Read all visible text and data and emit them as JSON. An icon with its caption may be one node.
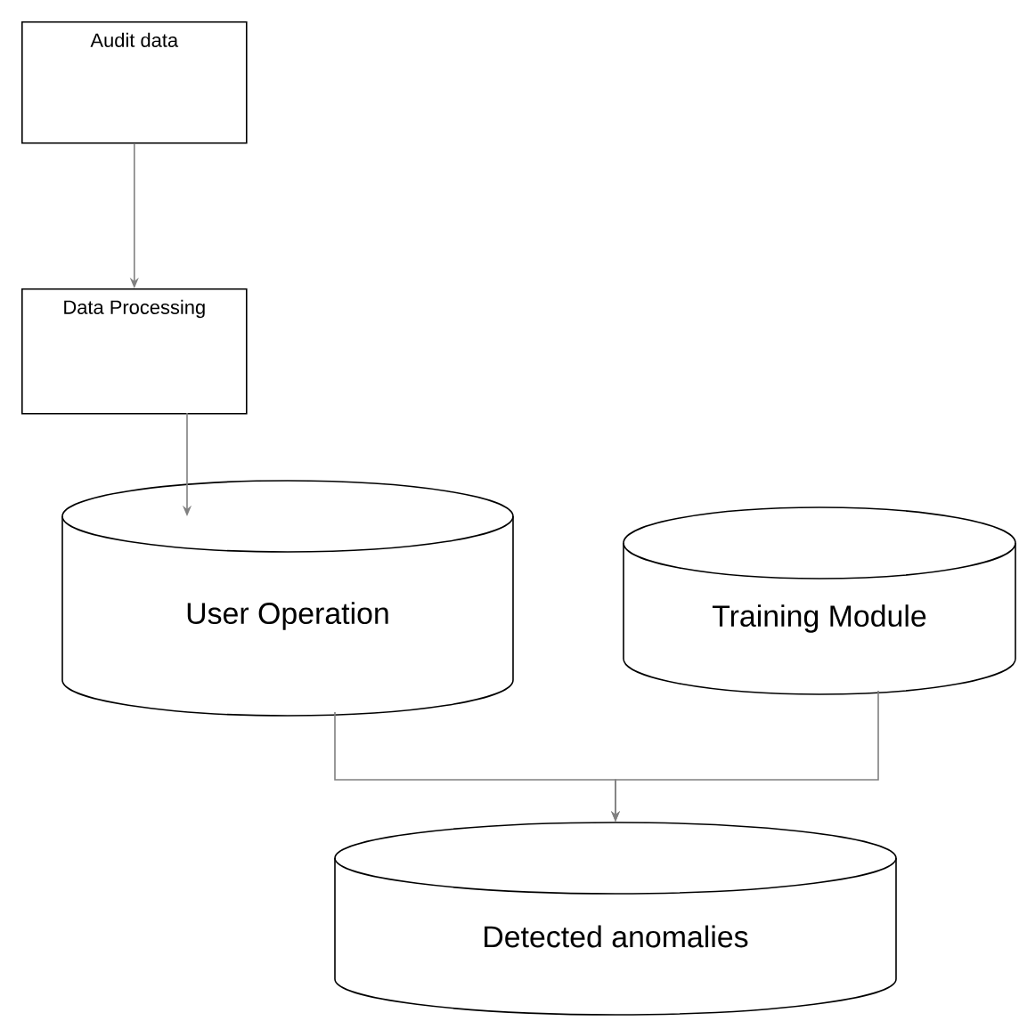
{
  "diagram": {
    "nodes": [
      {
        "text": [
          "Audit data"
        ]
      },
      {
        "text": [
          "Data Processing"
        ]
      },
      {
        "text": [
          "User Operation"
        ]
      },
      {
        "text": [
          "Training Module"
        ]
      },
      {
        "text": [
          "Detected anomalies"
        ]
      }
    ],
    "edges": [
      {
        "from": 0,
        "to": 1,
        "arrow": "to"
      },
      {
        "from": 1,
        "to": 2,
        "arrow": "to"
      },
      {
        "from": 2,
        "to": 4,
        "arrow": "to"
      },
      {
        "from": 3,
        "to": 4,
        "arrow": "to"
      }
    ]
  }
}
